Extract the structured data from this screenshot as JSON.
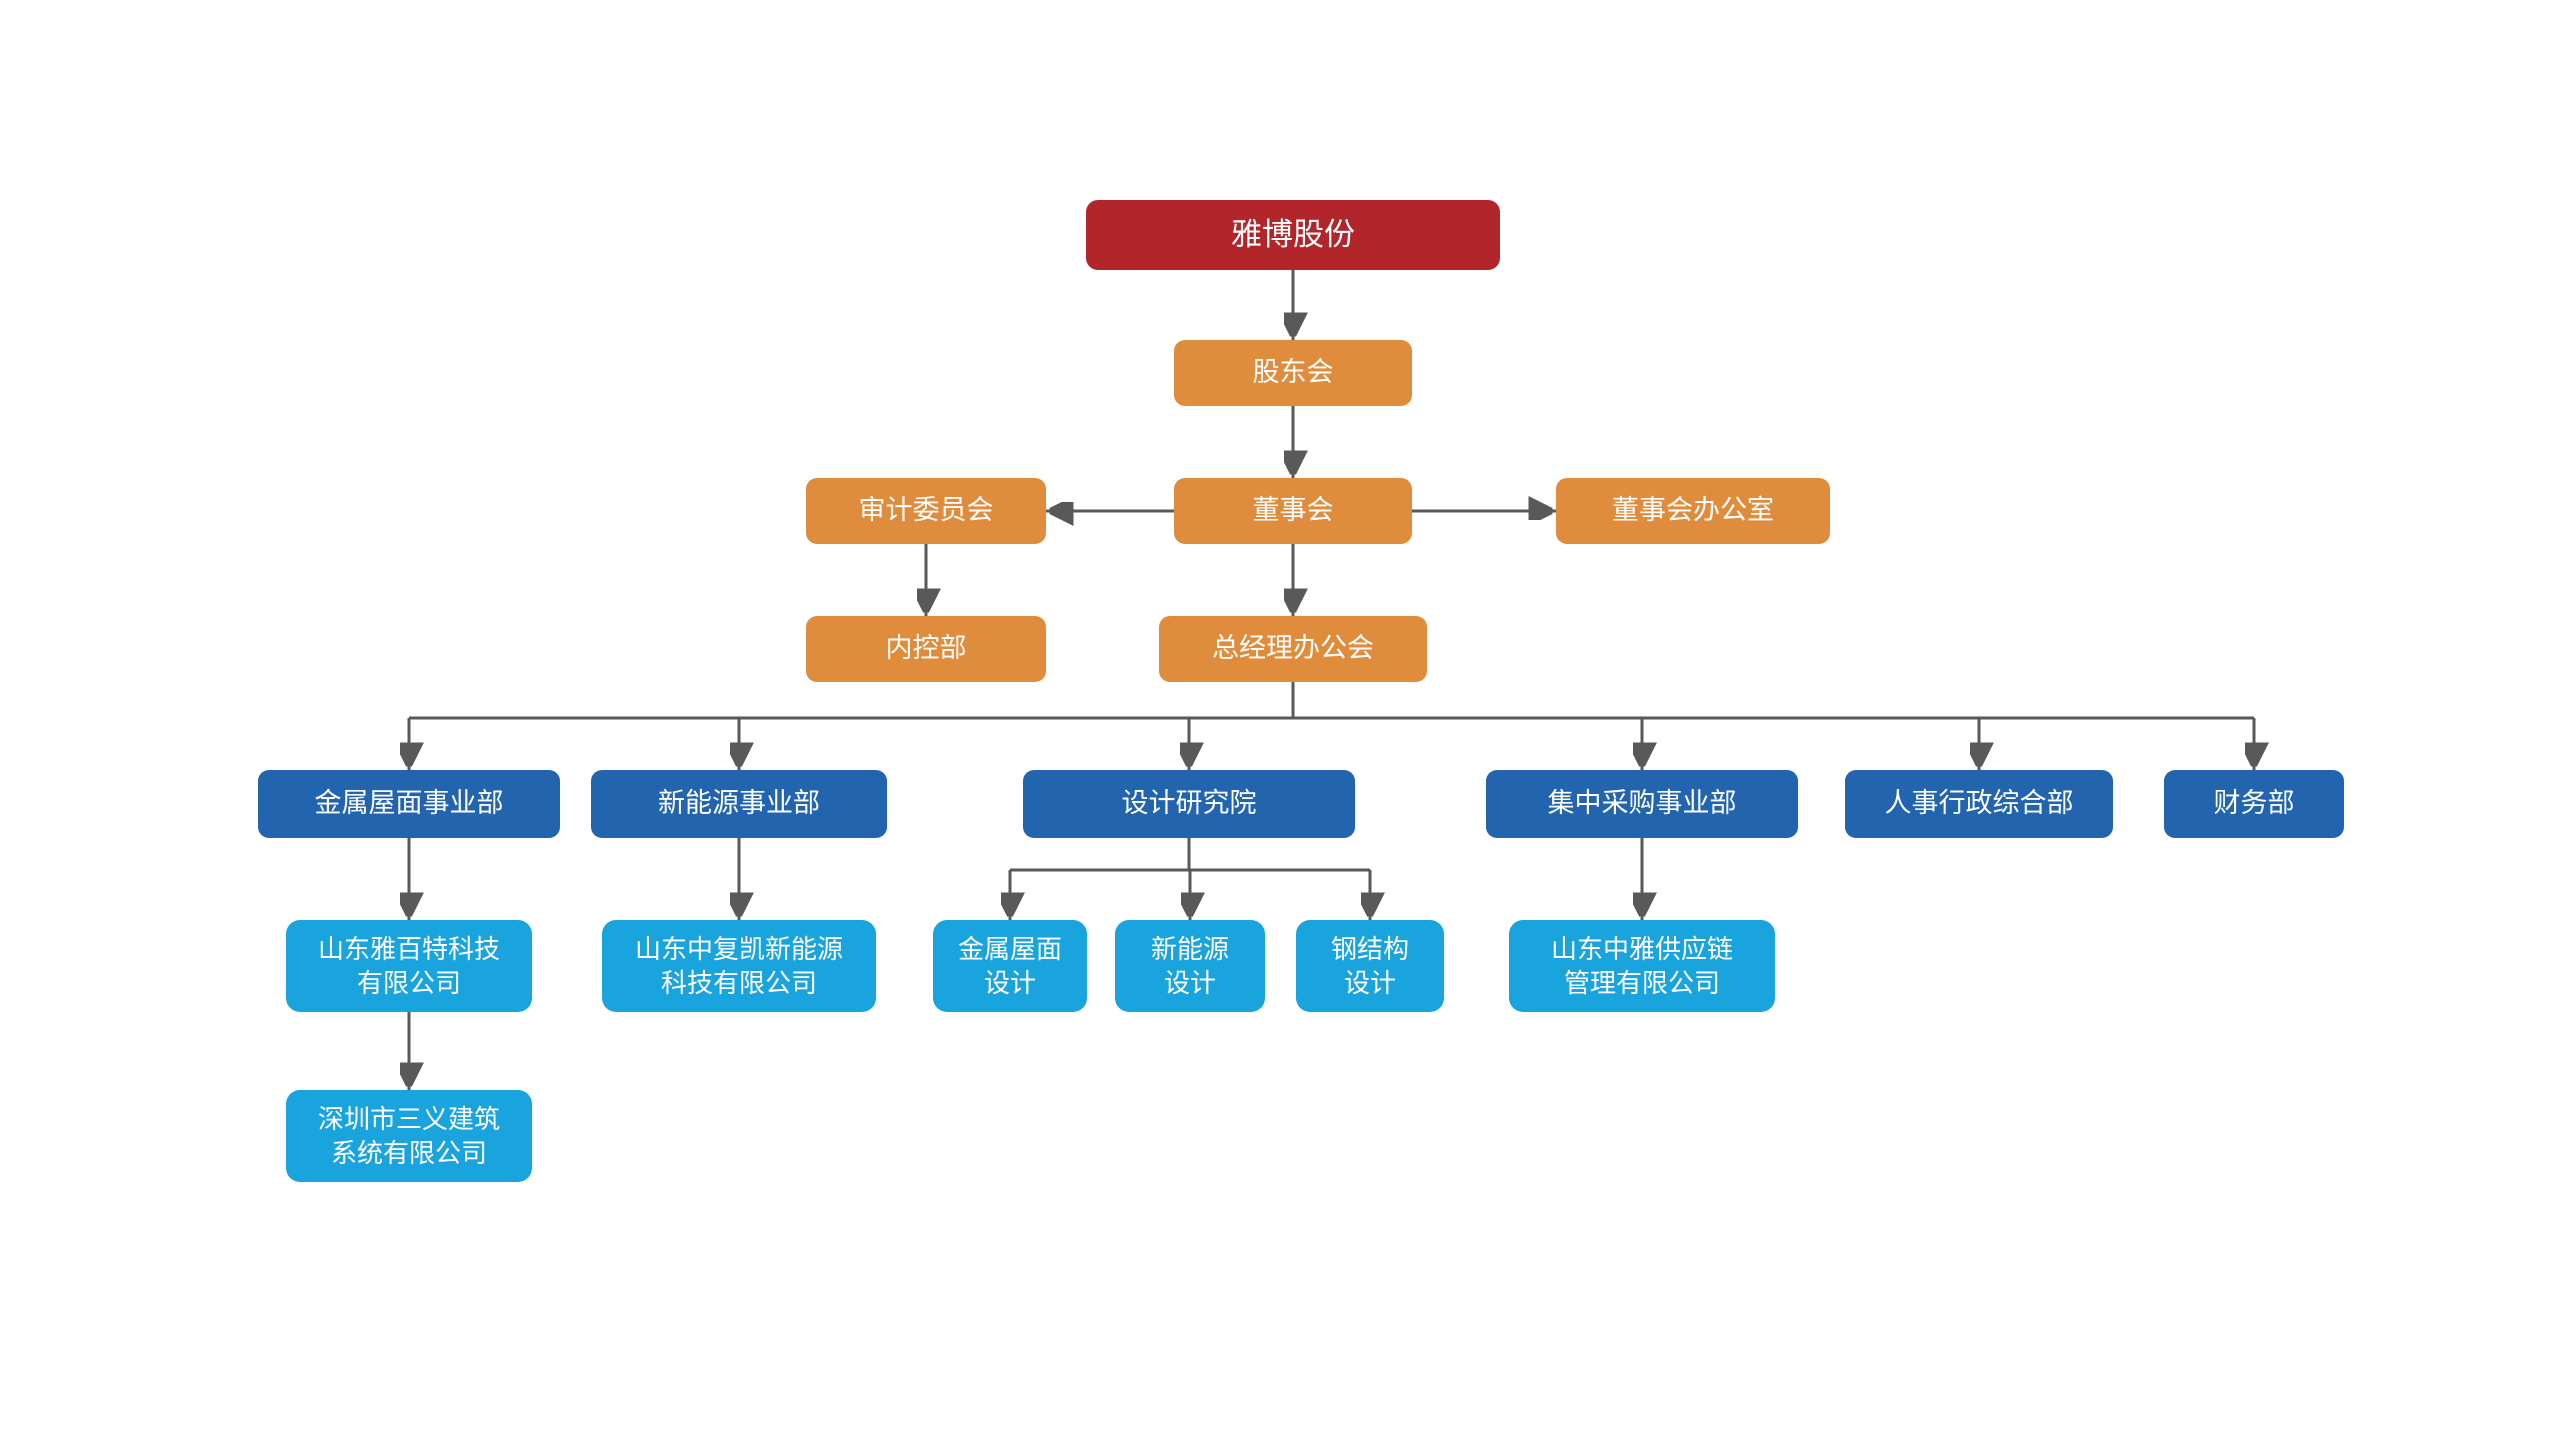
{
  "colors": {
    "root": "#B2262B",
    "governance": "#DF8C3C",
    "division": "#2264AE",
    "subsidiary": "#19A4DE",
    "connector": "#595959",
    "text": "#FFFFFF",
    "background": "#FFFFFF"
  },
  "nodes": [
    {
      "id": "yabo",
      "label": "雅博股份",
      "type": "root"
    },
    {
      "id": "shareholders",
      "label": "股东会",
      "type": "governance"
    },
    {
      "id": "audit",
      "label": "审计委员会",
      "type": "governance"
    },
    {
      "id": "board",
      "label": "董事会",
      "type": "governance"
    },
    {
      "id": "board-office",
      "label": "董事会办公室",
      "type": "governance"
    },
    {
      "id": "internal-control",
      "label": "内控部",
      "type": "governance"
    },
    {
      "id": "gm-office",
      "label": "总经理办公会",
      "type": "governance"
    },
    {
      "id": "metal-roof-div",
      "label": "金属屋面事业部",
      "type": "division"
    },
    {
      "id": "new-energy-div",
      "label": "新能源事业部",
      "type": "division"
    },
    {
      "id": "design-institute",
      "label": "设计研究院",
      "type": "division"
    },
    {
      "id": "procurement-div",
      "label": "集中采购事业部",
      "type": "division"
    },
    {
      "id": "hr-admin",
      "label": "人事行政综合部",
      "type": "division"
    },
    {
      "id": "finance",
      "label": "财务部",
      "type": "division"
    },
    {
      "id": "yabaite",
      "label": "山东雅百特科技\n有限公司",
      "type": "subsidiary"
    },
    {
      "id": "zhongfukai",
      "label": "山东中复凯新能源\n科技有限公司",
      "type": "subsidiary"
    },
    {
      "id": "metal-roof-design",
      "label": "金属屋面\n设计",
      "type": "subsidiary"
    },
    {
      "id": "new-energy-design",
      "label": "新能源\n设计",
      "type": "subsidiary"
    },
    {
      "id": "steel-design",
      "label": "钢结构\n设计",
      "type": "subsidiary"
    },
    {
      "id": "zhongya",
      "label": "山东中雅供应链\n管理有限公司",
      "type": "subsidiary"
    },
    {
      "id": "sanyi",
      "label": "深圳市三义建筑\n系统有限公司",
      "type": "subsidiary"
    }
  ],
  "edges": [
    {
      "from": "yabo",
      "to": "shareholders"
    },
    {
      "from": "shareholders",
      "to": "board"
    },
    {
      "from": "board",
      "to": "audit"
    },
    {
      "from": "board",
      "to": "board-office"
    },
    {
      "from": "audit",
      "to": "internal-control"
    },
    {
      "from": "board",
      "to": "gm-office"
    },
    {
      "from": "gm-office",
      "to": "metal-roof-div"
    },
    {
      "from": "gm-office",
      "to": "new-energy-div"
    },
    {
      "from": "gm-office",
      "to": "design-institute"
    },
    {
      "from": "gm-office",
      "to": "procurement-div"
    },
    {
      "from": "gm-office",
      "to": "hr-admin"
    },
    {
      "from": "gm-office",
      "to": "finance"
    },
    {
      "from": "design-institute",
      "to": "metal-roof-design"
    },
    {
      "from": "design-institute",
      "to": "new-energy-design"
    },
    {
      "from": "design-institute",
      "to": "steel-design"
    },
    {
      "from": "metal-roof-div",
      "to": "yabaite"
    },
    {
      "from": "yabaite",
      "to": "sanyi"
    },
    {
      "from": "new-energy-div",
      "to": "zhongfukai"
    },
    {
      "from": "procurement-div",
      "to": "zhongya"
    }
  ]
}
